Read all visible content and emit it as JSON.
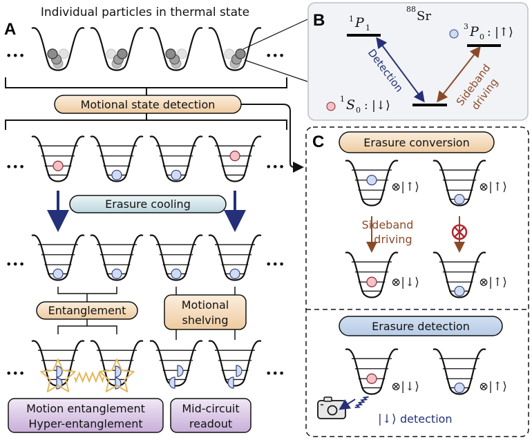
{
  "panels": {
    "a": {
      "letter": "A",
      "title": "Individual particles in thermal state",
      "ellipsis": "•••",
      "boxes": {
        "motional_detection": "Motional state detection",
        "erasure_cooling": "Erasure cooling",
        "entanglement": "Entanglement",
        "motional_shelving_1": "Motional",
        "motional_shelving_2": "shelving",
        "motion_entanglement_1": "Motion entanglement",
        "motion_entanglement_2": "Hyper-entanglement",
        "mid_circuit_1": "Mid-circuit",
        "mid_circuit_2": "readout"
      }
    },
    "b": {
      "letter": "B",
      "isotope_mass": "88",
      "isotope": "Sr",
      "level_p1": "P",
      "level_p1_sup": "1",
      "level_p1_sub": "1",
      "level_p0_sup": "3",
      "level_p0": "P",
      "level_p0_sub": "0",
      "level_p0_state": ": |↑⟩",
      "level_s0_sup": "1",
      "level_s0": "S",
      "level_s0_sub": "0",
      "level_s0_state": ": |↓⟩",
      "detection_label": "Detection",
      "sideband_label_1": "Sideband",
      "sideband_label_2": "driving"
    },
    "c": {
      "letter": "C",
      "erasure_conversion": "Erasure conversion",
      "erasure_detection": "Erasure detection",
      "sideband_label_1": "Sideband",
      "sideband_label_2": "driving",
      "ket_up": "⊗|↑⟩",
      "ket_down": "⊗|↓⟩",
      "down_detection_ket": "|↓⟩",
      "down_detection_text": "detection"
    }
  },
  "colors": {
    "orange_box": "#f6dcb9",
    "blue_box": "#c5d6ec",
    "teal_box": "#cfe3e8",
    "purple_box": "#dcc9e6",
    "red_particle": "#f4c2c6",
    "blue_particle": "#cfdcf4",
    "detection_arrow": "#243077",
    "sideband_arrow": "#8a4a28",
    "yellow_entangle": "#e3b75a",
    "panel_b_bg": "#f2f3f6"
  }
}
